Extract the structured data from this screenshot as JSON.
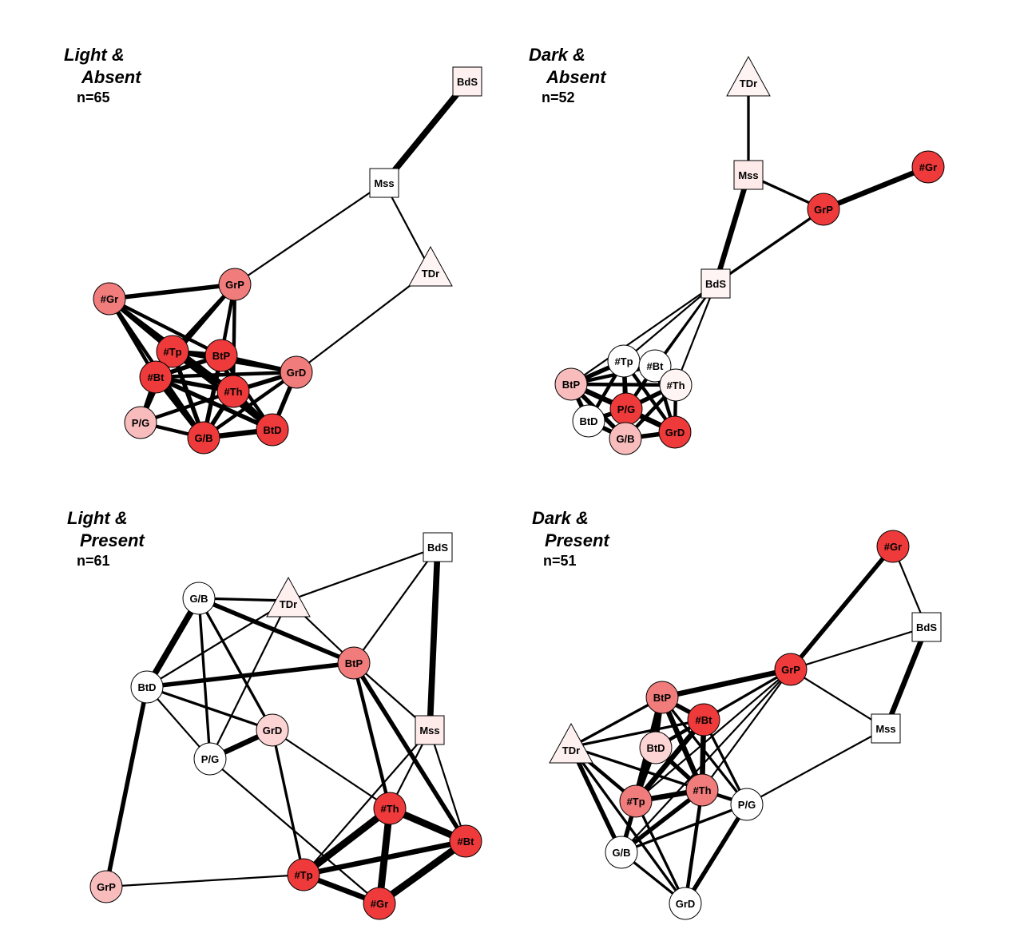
{
  "panels": [
    {
      "title_line1": "Light &",
      "title_line2": "Absent",
      "n_label": "n=65",
      "nodes": [
        {
          "id": "BdS",
          "label": "BdS",
          "shape": "square",
          "fill": "#fff0f0"
        },
        {
          "id": "Mss",
          "label": "Mss",
          "shape": "square",
          "fill": "#ffffff"
        },
        {
          "id": "TDr",
          "label": "TDr",
          "shape": "triangle",
          "fill": "#fff4f4"
        },
        {
          "id": "#Gr",
          "label": "#Gr",
          "shape": "circle",
          "fill": "#f07c7c"
        },
        {
          "id": "GrP",
          "label": "GrP",
          "shape": "circle",
          "fill": "#f07c7c"
        },
        {
          "id": "#Tp",
          "label": "#Tp",
          "shape": "circle",
          "fill": "#ee3a3a"
        },
        {
          "id": "BtP",
          "label": "BtP",
          "shape": "circle",
          "fill": "#ee3a3a"
        },
        {
          "id": "#Bt",
          "label": "#Bt",
          "shape": "circle",
          "fill": "#ee3a3a"
        },
        {
          "id": "#Th",
          "label": "#Th",
          "shape": "circle",
          "fill": "#ee3a3a"
        },
        {
          "id": "GrD",
          "label": "GrD",
          "shape": "circle",
          "fill": "#f07c7c"
        },
        {
          "id": "P/G",
          "label": "P/G",
          "shape": "circle",
          "fill": "#f8bcbc"
        },
        {
          "id": "G/B",
          "label": "G/B",
          "shape": "circle",
          "fill": "#ee3a3a"
        },
        {
          "id": "BtD",
          "label": "BtD",
          "shape": "circle",
          "fill": "#ee3a3a"
        }
      ],
      "edges": [
        [
          "BdS",
          "Mss",
          7
        ],
        [
          "Mss",
          "GrP",
          2
        ],
        [
          "Mss",
          "TDr",
          2
        ],
        [
          "TDr",
          "GrD",
          2
        ],
        [
          "#Gr",
          "GrP",
          5
        ],
        [
          "#Gr",
          "#Tp",
          5
        ],
        [
          "#Gr",
          "#Bt",
          4
        ],
        [
          "#Gr",
          "BtP",
          4
        ],
        [
          "#Gr",
          "#Th",
          4
        ],
        [
          "#Gr",
          "G/B",
          4
        ],
        [
          "GrP",
          "#Tp",
          4
        ],
        [
          "GrP",
          "BtP",
          4
        ],
        [
          "GrP",
          "#Bt",
          4
        ],
        [
          "GrP",
          "#Th",
          4
        ],
        [
          "#Tp",
          "BtP",
          5
        ],
        [
          "#Tp",
          "#Bt",
          5
        ],
        [
          "#Tp",
          "#Th",
          5
        ],
        [
          "#Tp",
          "GrD",
          4
        ],
        [
          "#Tp",
          "P/G",
          4
        ],
        [
          "#Tp",
          "G/B",
          5
        ],
        [
          "#Tp",
          "BtD",
          5
        ],
        [
          "BtP",
          "#Bt",
          5
        ],
        [
          "BtP",
          "#Th",
          5
        ],
        [
          "BtP",
          "GrD",
          4
        ],
        [
          "BtP",
          "G/B",
          5
        ],
        [
          "BtP",
          "BtD",
          4
        ],
        [
          "#Bt",
          "#Th",
          5
        ],
        [
          "#Bt",
          "GrD",
          4
        ],
        [
          "#Bt",
          "P/G",
          5
        ],
        [
          "#Bt",
          "G/B",
          6
        ],
        [
          "#Bt",
          "BtD",
          5
        ],
        [
          "#Th",
          "GrD",
          5
        ],
        [
          "#Th",
          "P/G",
          4
        ],
        [
          "#Th",
          "G/B",
          5
        ],
        [
          "#Th",
          "BtD",
          6
        ],
        [
          "GrD",
          "G/B",
          4
        ],
        [
          "GrD",
          "BtD",
          5
        ],
        [
          "P/G",
          "G/B",
          4
        ],
        [
          "G/B",
          "BtD",
          6
        ]
      ]
    },
    {
      "title_line1": "Dark &",
      "title_line2": "Absent",
      "n_label": "n=52",
      "nodes": [
        {
          "id": "TDr",
          "label": "TDr",
          "shape": "triangle",
          "fill": "#fff4f4"
        },
        {
          "id": "Mss",
          "label": "Mss",
          "shape": "square",
          "fill": "#ffeaea"
        },
        {
          "id": "#Gr",
          "label": "#Gr",
          "shape": "circle",
          "fill": "#ee3a3a"
        },
        {
          "id": "GrP",
          "label": "GrP",
          "shape": "circle",
          "fill": "#ee3a3a"
        },
        {
          "id": "BdS",
          "label": "BdS",
          "shape": "square",
          "fill": "#fff4f4"
        },
        {
          "id": "#Tp",
          "label": "#Tp",
          "shape": "circle",
          "fill": "#ffffff"
        },
        {
          "id": "#Bt",
          "label": "#Bt",
          "shape": "circle",
          "fill": "#ffffff"
        },
        {
          "id": "BtP",
          "label": "BtP",
          "shape": "circle",
          "fill": "#f8bcbc"
        },
        {
          "id": "#Th",
          "label": "#Th",
          "shape": "circle",
          "fill": "#fff4f4"
        },
        {
          "id": "P/G",
          "label": "P/G",
          "shape": "circle",
          "fill": "#ee3a3a"
        },
        {
          "id": "BtD",
          "label": "BtD",
          "shape": "circle",
          "fill": "#ffffff"
        },
        {
          "id": "GrD",
          "label": "GrD",
          "shape": "circle",
          "fill": "#ee3a3a"
        },
        {
          "id": "G/B",
          "label": "G/B",
          "shape": "circle",
          "fill": "#f8bcbc"
        }
      ],
      "edges": [
        [
          "TDr",
          "Mss",
          3
        ],
        [
          "Mss",
          "GrP",
          3
        ],
        [
          "GrP",
          "#Gr",
          6
        ],
        [
          "GrP",
          "BdS",
          3
        ],
        [
          "Mss",
          "BdS",
          6
        ],
        [
          "BdS",
          "#Tp",
          2
        ],
        [
          "BdS",
          "#Bt",
          2
        ],
        [
          "BdS",
          "#Th",
          2
        ],
        [
          "BdS",
          "BtP",
          2
        ],
        [
          "BdS",
          "P/G",
          2
        ],
        [
          "#Tp",
          "#Bt",
          4
        ],
        [
          "#Tp",
          "BtP",
          5
        ],
        [
          "#Tp",
          "#Th",
          4
        ],
        [
          "#Tp",
          "P/G",
          5
        ],
        [
          "#Tp",
          "BtD",
          4
        ],
        [
          "#Tp",
          "G/B",
          4
        ],
        [
          "#Tp",
          "GrD",
          4
        ],
        [
          "#Bt",
          "#Th",
          4
        ],
        [
          "#Bt",
          "P/G",
          4
        ],
        [
          "#Bt",
          "BtP",
          4
        ],
        [
          "#Bt",
          "GrD",
          4
        ],
        [
          "BtP",
          "P/G",
          6
        ],
        [
          "BtP",
          "BtD",
          5
        ],
        [
          "BtP",
          "G/B",
          5
        ],
        [
          "BtP",
          "#Th",
          4
        ],
        [
          "BtP",
          "GrD",
          5
        ],
        [
          "#Th",
          "P/G",
          5
        ],
        [
          "#Th",
          "GrD",
          4
        ],
        [
          "#Th",
          "G/B",
          4
        ],
        [
          "P/G",
          "BtD",
          5
        ],
        [
          "P/G",
          "G/B",
          6
        ],
        [
          "P/G",
          "GrD",
          6
        ],
        [
          "BtD",
          "G/B",
          5
        ],
        [
          "G/B",
          "GrD",
          5
        ]
      ]
    },
    {
      "title_line1": "Light &",
      "title_line2": "Present",
      "n_label": "n=61",
      "nodes": [
        {
          "id": "BdS",
          "label": "BdS",
          "shape": "square",
          "fill": "#ffffff"
        },
        {
          "id": "G/B",
          "label": "G/B",
          "shape": "circle",
          "fill": "#ffffff"
        },
        {
          "id": "TDr",
          "label": "TDr",
          "shape": "triangle",
          "fill": "#fff0f0"
        },
        {
          "id": "BtP",
          "label": "BtP",
          "shape": "circle",
          "fill": "#f07c7c"
        },
        {
          "id": "BtD",
          "label": "BtD",
          "shape": "circle",
          "fill": "#ffffff"
        },
        {
          "id": "GrD",
          "label": "GrD",
          "shape": "circle",
          "fill": "#fcd4d4"
        },
        {
          "id": "Mss",
          "label": "Mss",
          "shape": "square",
          "fill": "#ffeaea"
        },
        {
          "id": "P/G",
          "label": "P/G",
          "shape": "circle",
          "fill": "#ffffff"
        },
        {
          "id": "#Th",
          "label": "#Th",
          "shape": "circle",
          "fill": "#ee3a3a"
        },
        {
          "id": "#Bt",
          "label": "#Bt",
          "shape": "circle",
          "fill": "#ee3a3a"
        },
        {
          "id": "GrP",
          "label": "GrP",
          "shape": "circle",
          "fill": "#f8bcbc"
        },
        {
          "id": "#Tp",
          "label": "#Tp",
          "shape": "circle",
          "fill": "#ee3a3a"
        },
        {
          "id": "#Gr",
          "label": "#Gr",
          "shape": "circle",
          "fill": "#ee3a3a"
        }
      ],
      "edges": [
        [
          "BdS",
          "TDr",
          2
        ],
        [
          "BdS",
          "BtP",
          2
        ],
        [
          "BdS",
          "Mss",
          7
        ],
        [
          "G/B",
          "TDr",
          3
        ],
        [
          "G/B",
          "BtP",
          5
        ],
        [
          "G/B",
          "BtD",
          7
        ],
        [
          "G/B",
          "P/G",
          3
        ],
        [
          "G/B",
          "GrD",
          3
        ],
        [
          "TDr",
          "BtP",
          2
        ],
        [
          "TDr",
          "BtD",
          2
        ],
        [
          "TDr",
          "P/G",
          2
        ],
        [
          "BtD",
          "BtP",
          5
        ],
        [
          "BtD",
          "GrP",
          5
        ],
        [
          "BtD",
          "GrD",
          3
        ],
        [
          "BtD",
          "P/G",
          2
        ],
        [
          "BtP",
          "#Th",
          4
        ],
        [
          "BtP",
          "#Bt",
          5
        ],
        [
          "BtP",
          "Mss",
          2
        ],
        [
          "GrD",
          "P/G",
          6
        ],
        [
          "GrD",
          "#Tp",
          3
        ],
        [
          "GrD",
          "#Th",
          2
        ],
        [
          "P/G",
          "#Gr",
          2
        ],
        [
          "Mss",
          "#Tp",
          2
        ],
        [
          "Mss",
          "#Th",
          2
        ],
        [
          "Mss",
          "#Bt",
          2
        ],
        [
          "#Th",
          "#Bt",
          8
        ],
        [
          "#Th",
          "#Tp",
          8
        ],
        [
          "#Th",
          "#Gr",
          8
        ],
        [
          "#Bt",
          "#Tp",
          6
        ],
        [
          "#Bt",
          "#Gr",
          8
        ],
        [
          "#Tp",
          "#Gr",
          6
        ],
        [
          "GrP",
          "#Tp",
          2
        ]
      ]
    },
    {
      "title_line1": "Dark &",
      "title_line2": "Present",
      "n_label": "n=51",
      "nodes": [
        {
          "id": "#Gr",
          "label": "#Gr",
          "shape": "circle",
          "fill": "#ee3a3a"
        },
        {
          "id": "BdS",
          "label": "BdS",
          "shape": "square",
          "fill": "#ffffff"
        },
        {
          "id": "GrP",
          "label": "GrP",
          "shape": "circle",
          "fill": "#ee3a3a"
        },
        {
          "id": "Mss",
          "label": "Mss",
          "shape": "square",
          "fill": "#ffffff"
        },
        {
          "id": "BtP",
          "label": "BtP",
          "shape": "circle",
          "fill": "#f07c7c"
        },
        {
          "id": "#Bt",
          "label": "#Bt",
          "shape": "circle",
          "fill": "#ee3a3a"
        },
        {
          "id": "TDr",
          "label": "TDr",
          "shape": "triangle",
          "fill": "#fff0f0"
        },
        {
          "id": "BtD",
          "label": "BtD",
          "shape": "circle",
          "fill": "#fcd4d4"
        },
        {
          "id": "#Tp",
          "label": "#Tp",
          "shape": "circle",
          "fill": "#f07c7c"
        },
        {
          "id": "#Th",
          "label": "#Th",
          "shape": "circle",
          "fill": "#f07c7c"
        },
        {
          "id": "P/G",
          "label": "P/G",
          "shape": "circle",
          "fill": "#ffffff"
        },
        {
          "id": "G/B",
          "label": "G/B",
          "shape": "circle",
          "fill": "#ffffff"
        },
        {
          "id": "GrD",
          "label": "GrD",
          "shape": "circle",
          "fill": "#ffffff"
        }
      ],
      "edges": [
        [
          "#Gr",
          "GrP",
          5
        ],
        [
          "#Gr",
          "BdS",
          2
        ],
        [
          "BdS",
          "GrP",
          2
        ],
        [
          "BdS",
          "Mss",
          6
        ],
        [
          "GrP",
          "Mss",
          2
        ],
        [
          "GrP",
          "BtP",
          6
        ],
        [
          "GrP",
          "#Bt",
          3
        ],
        [
          "GrP",
          "#Tp",
          2
        ],
        [
          "GrP",
          "#Th",
          2
        ],
        [
          "GrP",
          "G/B",
          2
        ],
        [
          "Mss",
          "P/G",
          2
        ],
        [
          "BtP",
          "#Bt",
          5
        ],
        [
          "BtP",
          "TDr",
          3
        ],
        [
          "BtP",
          "BtD",
          4
        ],
        [
          "BtP",
          "#Tp",
          8
        ],
        [
          "BtP",
          "#Th",
          6
        ],
        [
          "BtP",
          "P/G",
          3
        ],
        [
          "#Bt",
          "TDr",
          3
        ],
        [
          "#Bt",
          "BtD",
          4
        ],
        [
          "#Bt",
          "#Tp",
          6
        ],
        [
          "#Bt",
          "#Th",
          6
        ],
        [
          "#Bt",
          "P/G",
          3
        ],
        [
          "TDr",
          "#Tp",
          4
        ],
        [
          "TDr",
          "G/B",
          5
        ],
        [
          "TDr",
          "GrD",
          3
        ],
        [
          "TDr",
          "#Th",
          3
        ],
        [
          "BtD",
          "#Tp",
          4
        ],
        [
          "BtD",
          "#Th",
          5
        ],
        [
          "#Tp",
          "#Th",
          6
        ],
        [
          "#Tp",
          "G/B",
          5
        ],
        [
          "#Tp",
          "GrD",
          3
        ],
        [
          "#Th",
          "G/B",
          5
        ],
        [
          "#Th",
          "GrD",
          4
        ],
        [
          "#Th",
          "P/G",
          4
        ],
        [
          "P/G",
          "GrD",
          5
        ],
        [
          "P/G",
          "G/B",
          3
        ],
        [
          "G/B",
          "GrD",
          3
        ]
      ]
    }
  ]
}
